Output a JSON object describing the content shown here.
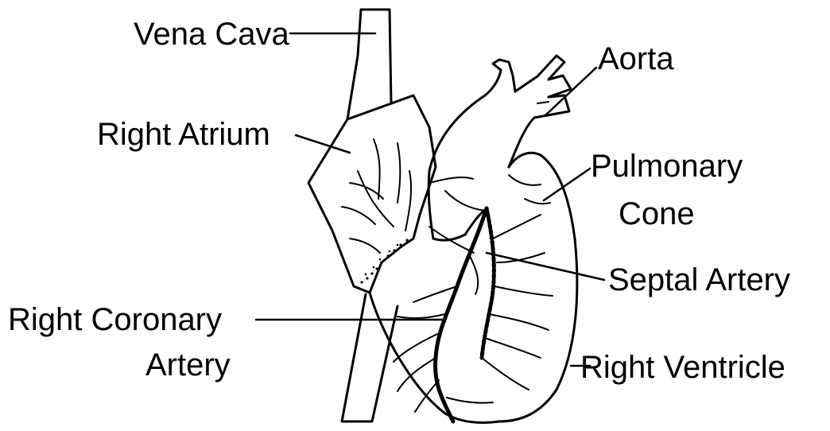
{
  "diagram": {
    "labels": {
      "vena_cava": "Vena Cava",
      "aorta": "Aorta",
      "right_atrium": "Right Atrium",
      "pulmonary_cone_line1": "Pulmonary",
      "pulmonary_cone_line2": "Cone",
      "septal_artery": "Septal Artery",
      "right_coronary_line1": "Right Coronary",
      "right_coronary_line2": "Artery",
      "right_ventricle": "Right Ventricle"
    },
    "colors": {
      "ink": "#000000",
      "background": "#ffffff"
    }
  }
}
